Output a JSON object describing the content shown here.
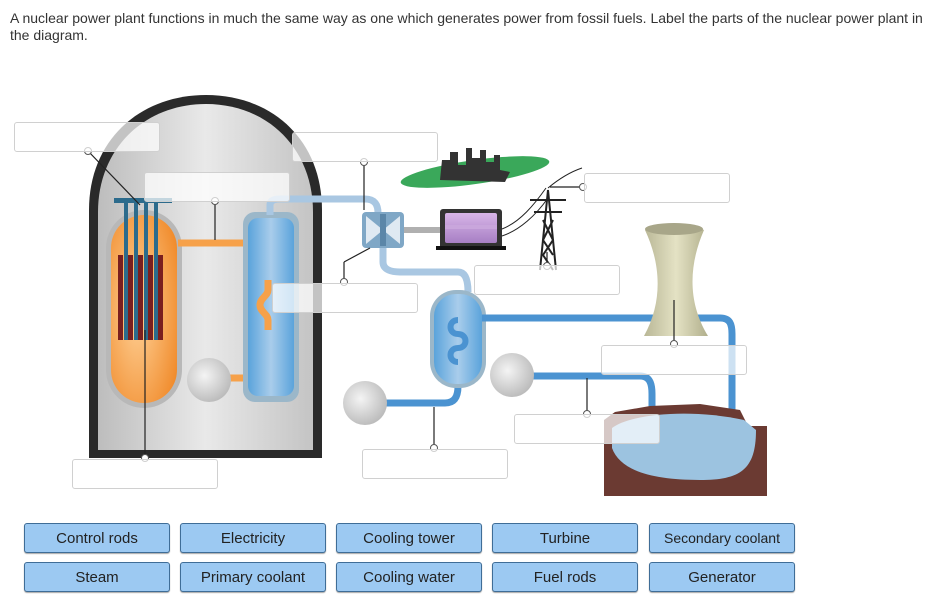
{
  "question": {
    "text": "A nuclear power plant functions in much the same way as one which generates power from fossil fuels.  Label the parts of the nuclear power plant in the diagram."
  },
  "answer_bank": {
    "items": [
      "Control rods",
      "Electricity",
      "Cooling tower",
      "Turbine",
      "Secondary coolant",
      "Steam",
      "Primary coolant",
      "Cooling water",
      "Fuel rods",
      "Generator"
    ]
  },
  "colors": {
    "containment_outline": "#2a2a2a",
    "containment_fill": "#dcdcdc",
    "reactor_core": "#f49a3a",
    "primary_pipe": "#f6a14a",
    "secondary_pipe": "#8db6da",
    "cooling_pipe": "#4b93d1",
    "control_rod": "#2c6b8c",
    "fuel_rod": "#7a1f1f",
    "tree_green": "#3aa85a",
    "cooling_tower": "#cfcdac",
    "water": "#9cc3e0",
    "ground": "#6b3a32",
    "button_fill": "#9cc9f2",
    "button_border": "#3f6d97"
  }
}
